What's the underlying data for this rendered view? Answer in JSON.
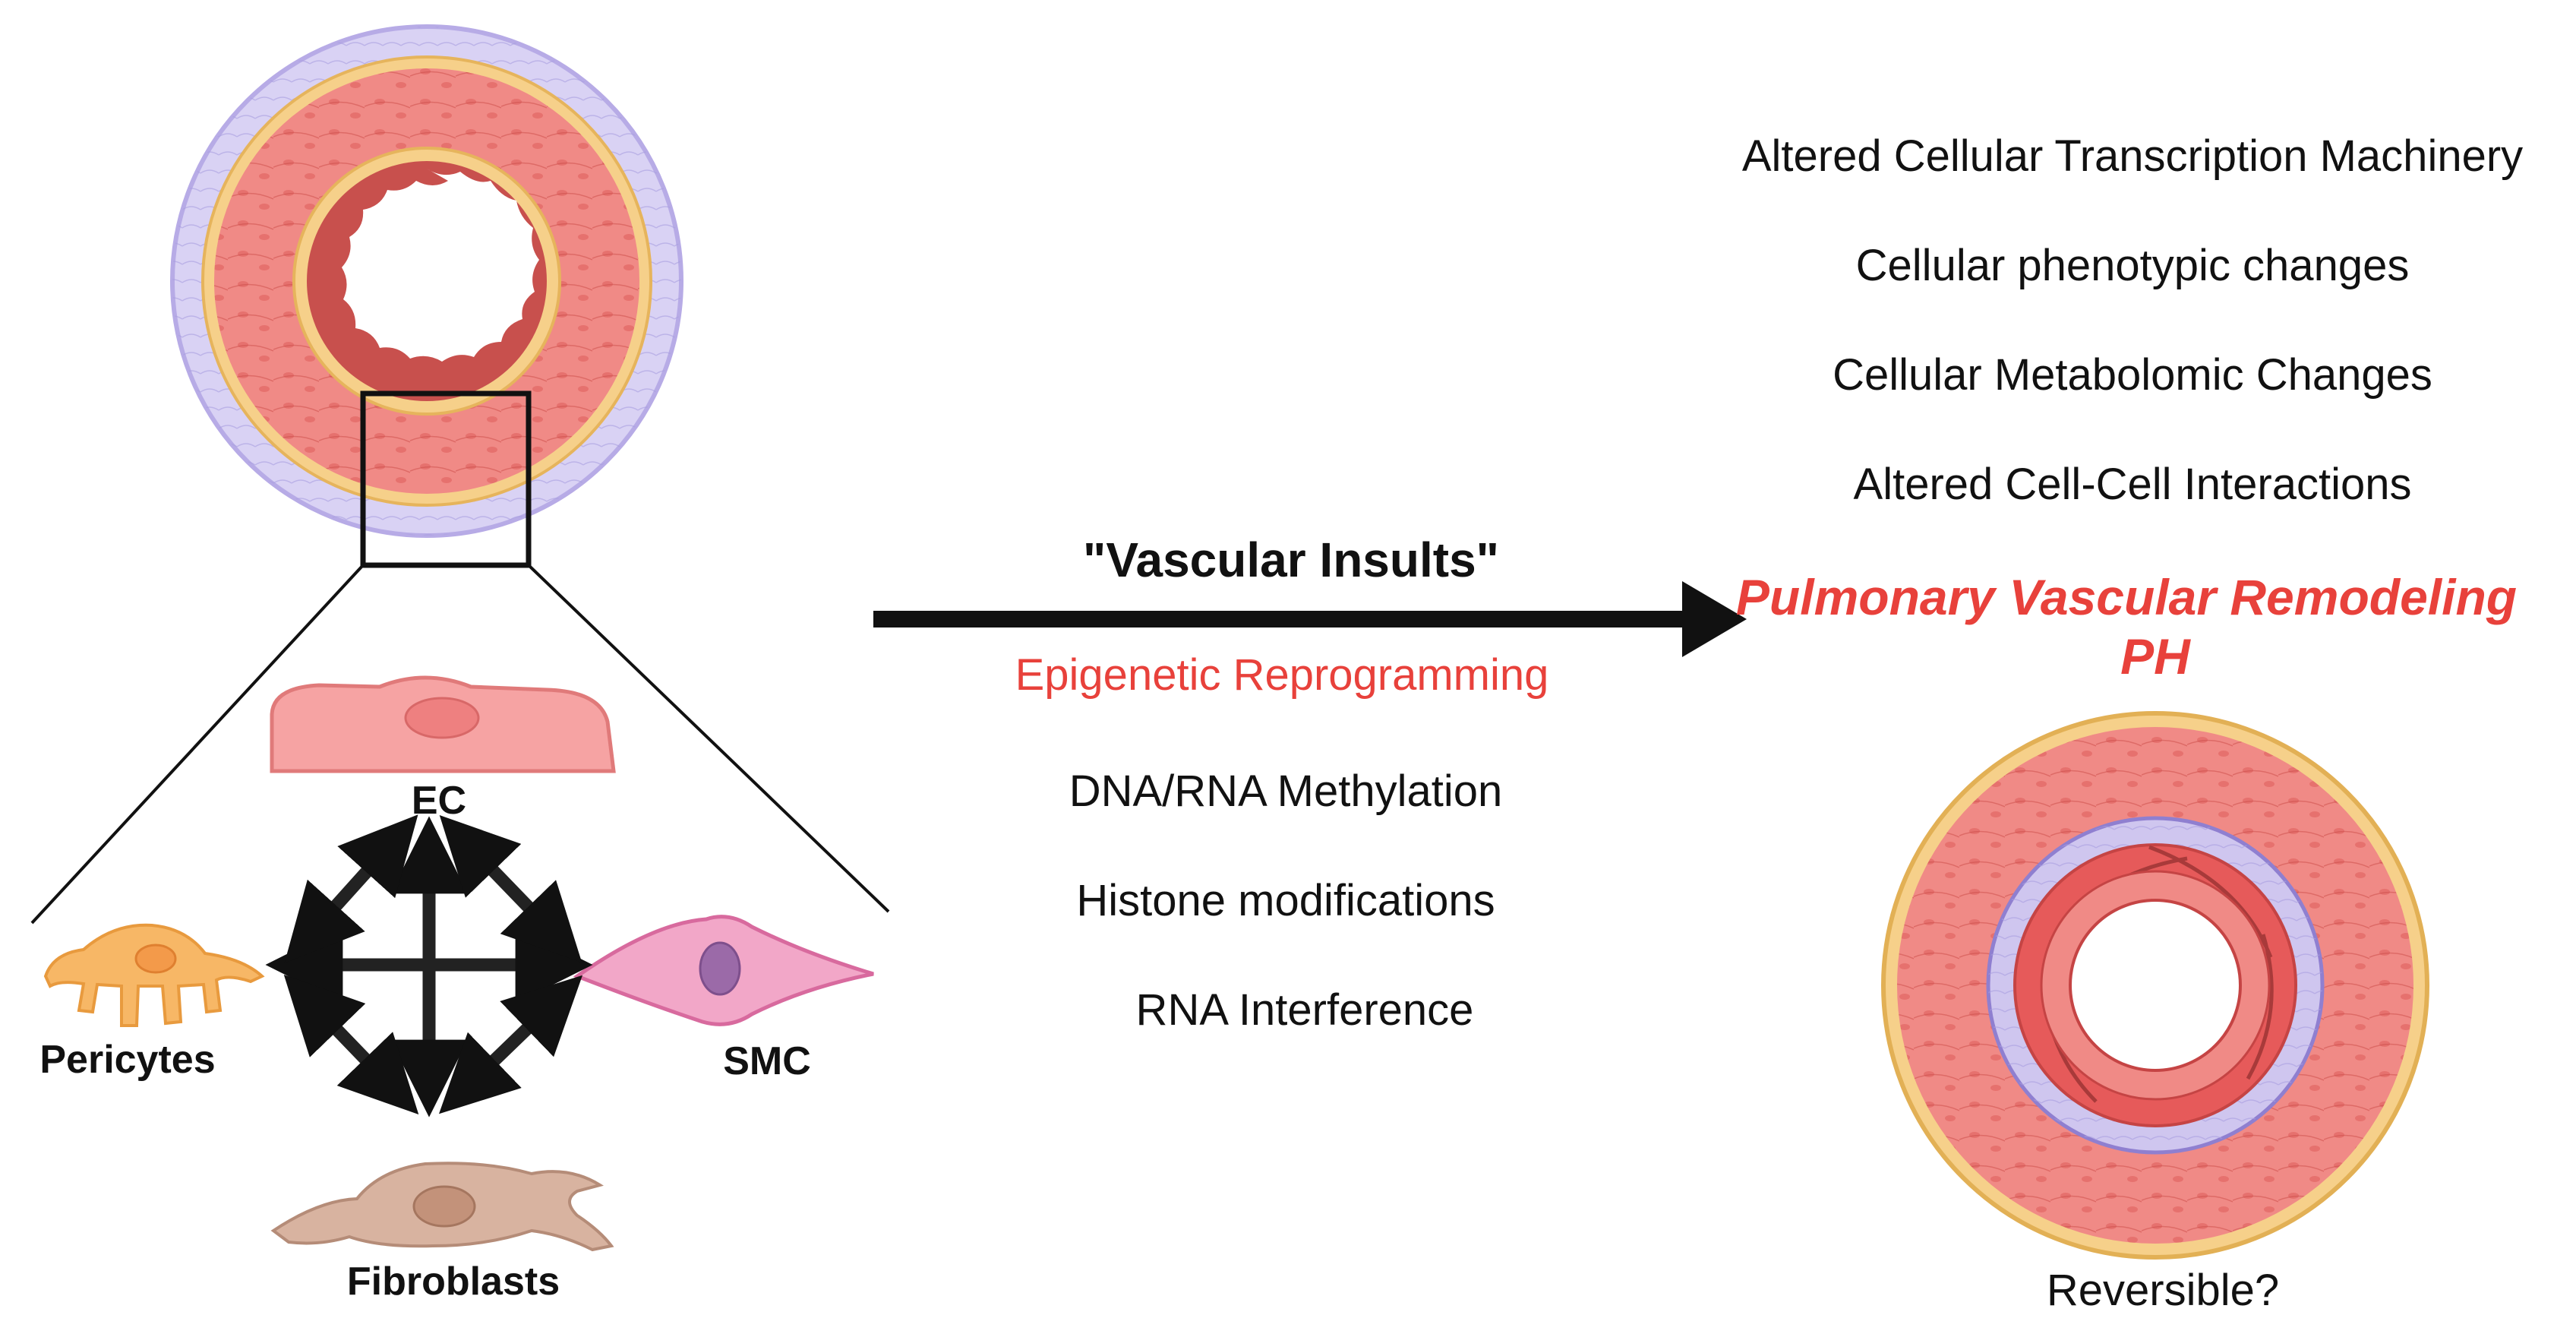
{
  "cells": {
    "ec": "EC",
    "pericytes": "Pericytes",
    "smc": "SMC",
    "fibroblasts": "Fibroblasts"
  },
  "arrow": {
    "label": "\"Vascular Insults\"",
    "sublabel": "Epigenetic Reprogramming"
  },
  "mechanisms": [
    "DNA/RNA Methylation",
    "Histone modifications",
    "RNA Interference"
  ],
  "effects": [
    "Altered Cellular Transcription Machinery",
    "Cellular phenotypic changes",
    "Cellular Metabolomic Changes",
    "Altered Cell-Cell Interactions"
  ],
  "outcome": {
    "line1": "Pulmonary Vascular Remodeling",
    "line2": "PH"
  },
  "reversible": "Reversible?",
  "colors": {
    "accent_red": "#e8413b",
    "vessel_pink": "#f08a86",
    "adventitia_lavender": "#cfc6ef",
    "elastic_yellow": "#f5cf86",
    "arrow_black": "#111111"
  }
}
